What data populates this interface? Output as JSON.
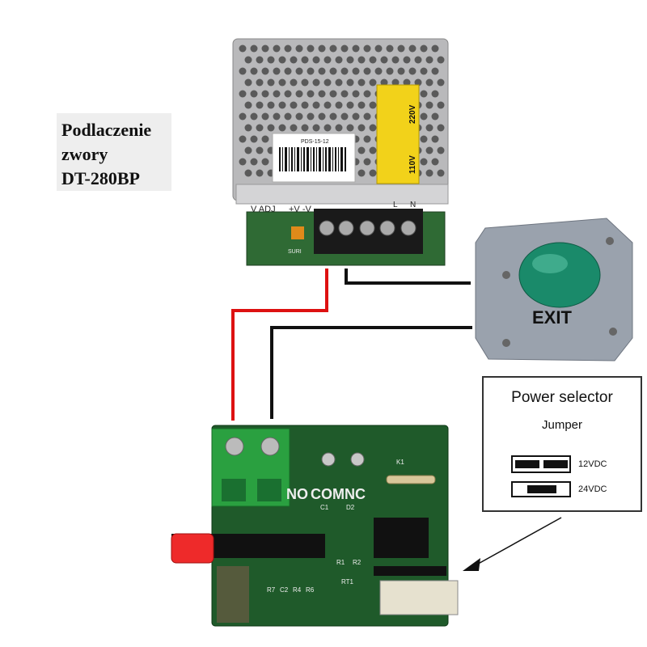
{
  "title": {
    "line1": "Podlaczenie",
    "line2": "zwory",
    "line3": "DT-280BP"
  },
  "power_supply": {
    "model_label": "PDS-15-12",
    "terminal_labels": [
      "V ADJ",
      "+V -V",
      "L",
      "N"
    ],
    "board_label": "SURI",
    "voltage_label_a": "110V",
    "voltage_label_b": "220V"
  },
  "exit_button": {
    "label": "EXIT"
  },
  "power_selector": {
    "title": "Power selector",
    "subtitle": "Jumper",
    "options": [
      "12VDC",
      "24VDC"
    ]
  },
  "controller_board": {
    "terminal_labels": [
      "NO",
      "COM",
      "NC"
    ],
    "component_labels": [
      "K1",
      "C1",
      "D2",
      "R1",
      "R2",
      "R7",
      "C2",
      "R4",
      "R6",
      "RT1"
    ]
  },
  "colors": {
    "wire_positive": "#dd1111",
    "wire_negative": "#111111",
    "pcb_green": "#1f5a2a",
    "terminal_green": "#2aa040",
    "button_cap": "#1a8a6a"
  }
}
